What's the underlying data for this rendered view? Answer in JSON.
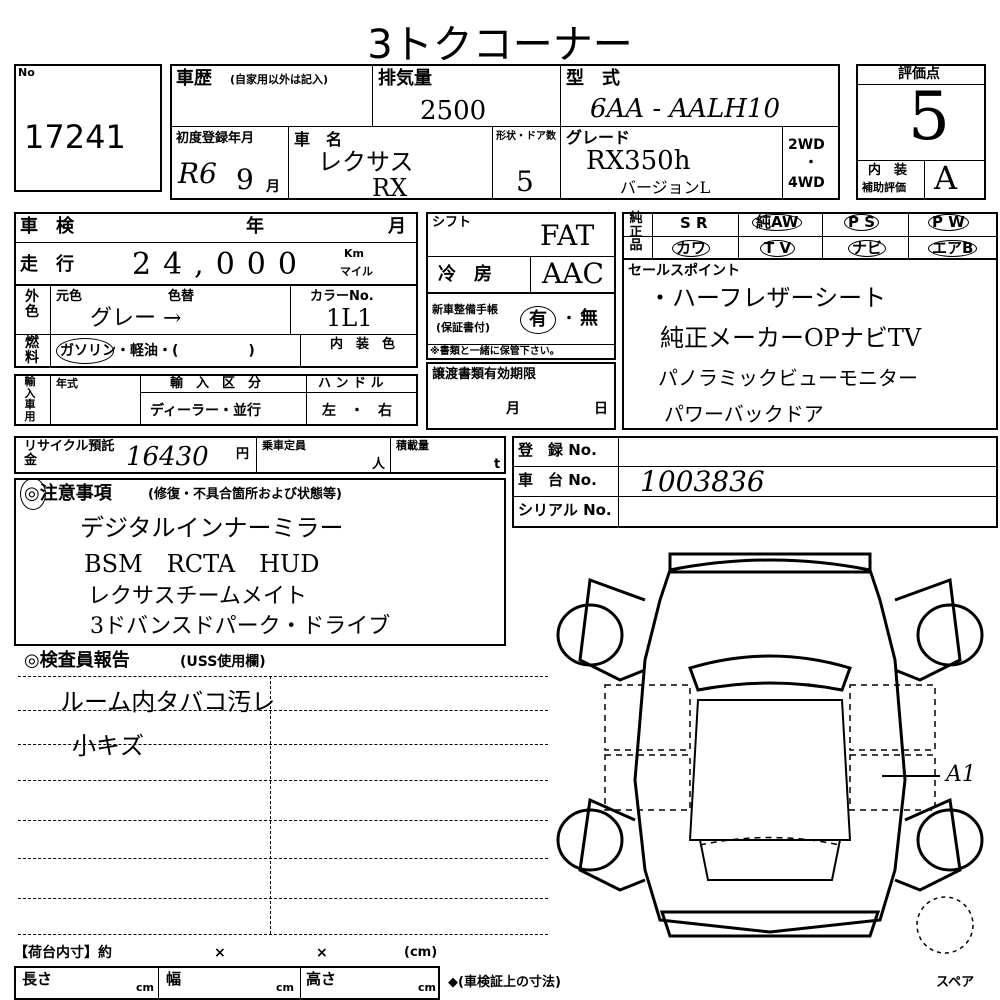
{
  "title": "3トクコーナー",
  "lot": {
    "label": "No",
    "number": "17241"
  },
  "history": {
    "label": "車歴",
    "note": "(自家用以外は記入)"
  },
  "displacement": {
    "label": "排気量",
    "value": "2500"
  },
  "model": {
    "label": "型　式",
    "value": "6AA - AALH10"
  },
  "score": {
    "label": "評価点",
    "value": "5",
    "interior_label": "内　装",
    "interior_sub": "補助評価",
    "interior_value": "A"
  },
  "first_reg": {
    "label": "初度登録年月",
    "era": "R6",
    "month": "9",
    "month_unit": "月"
  },
  "car_name": {
    "label": "車　名",
    "line1": "レクサス",
    "line2": "RX"
  },
  "doors": {
    "label": "形状・ドア数",
    "value": "5"
  },
  "grade": {
    "label": "グレード",
    "line1": "RX350h",
    "line2": "バージョンL"
  },
  "drive": {
    "opt1": "2WD",
    "dot": "・",
    "opt2": "4WD"
  },
  "inspection": {
    "label": "車　検",
    "year": "年",
    "month": "月"
  },
  "mileage": {
    "label": "走　行",
    "value": "24,000",
    "unit_km": "Km",
    "unit_mile": "マイル"
  },
  "shift": {
    "label": "シフト",
    "value": "FAT"
  },
  "aircon": {
    "label": "冷　房",
    "value": "AAC"
  },
  "genuine": {
    "label": "純正品",
    "items": [
      "S R",
      "純AW",
      "P S",
      "P W",
      "カワ",
      "T V",
      "ナビ",
      "エアB"
    ]
  },
  "sales_points": {
    "label": "セールスポイント",
    "lines": [
      "・ハーフレザーシート",
      "純正メーカーOPナビTV",
      "パノラミックビューモニター",
      "パワーバックドア"
    ]
  },
  "exterior_color": {
    "label": "外色",
    "orig_label": "元色",
    "repaint_label": "色替",
    "value": "グレー →"
  },
  "color_no": {
    "label": "カラーNo.",
    "value": "1L1"
  },
  "manual": {
    "label": "新車整備手帳",
    "sub": "(保証書付)",
    "yes": "有",
    "dot": "・",
    "no": "無",
    "note": "※書類と一緒に保管下さい。"
  },
  "fuel": {
    "label": "燃料",
    "value": "ガソリン・軽油・(　　　　　)"
  },
  "interior_color": {
    "label": "内　装　色"
  },
  "import": {
    "label": "輸入車用",
    "year_label": "年式",
    "class_label": "輸　入　区　分",
    "class_value": "ディーラー・並行"
  },
  "handle": {
    "label": "ハ ン ド ル",
    "value": "左　・　右"
  },
  "transfer": {
    "label": "譲渡書類有効期限",
    "month": "月",
    "day": "日"
  },
  "recycle": {
    "label": "リサイクル預託金",
    "value": "16430",
    "unit": "円"
  },
  "capacity": {
    "label": "乗車定員",
    "unit": "人"
  },
  "load": {
    "label": "積載量",
    "unit": "t"
  },
  "registration": {
    "reg_label": "登　録 No.",
    "chassis_label": "車　台 No.",
    "chassis_value": "1003836",
    "serial_label": "シリアル No."
  },
  "notes": {
    "label": "◎注意事項",
    "sub": "(修復・不具合箇所および状態等)",
    "lines": [
      "デジタルインナーミラー",
      "BSM　RCTA　HUD",
      "レクサスチームメイト",
      "3ドバンスドパーク・ドライブ"
    ]
  },
  "inspector": {
    "label": "◎検査員報告",
    "sub": "(USS使用欄)",
    "lines": [
      "ルーム内タバコ汚レ",
      "小キズ"
    ]
  },
  "diagram": {
    "mark": "A1",
    "spare_label": "スペア"
  },
  "cargo": {
    "label": "【荷台内寸】約",
    "x1": "×",
    "x2": "×",
    "unit": "(cm)",
    "len_label": "長さ",
    "wid_label": "幅",
    "hgt_label": "高さ",
    "cm": "cm",
    "cert_note": "◆(車検証上の寸法)"
  }
}
